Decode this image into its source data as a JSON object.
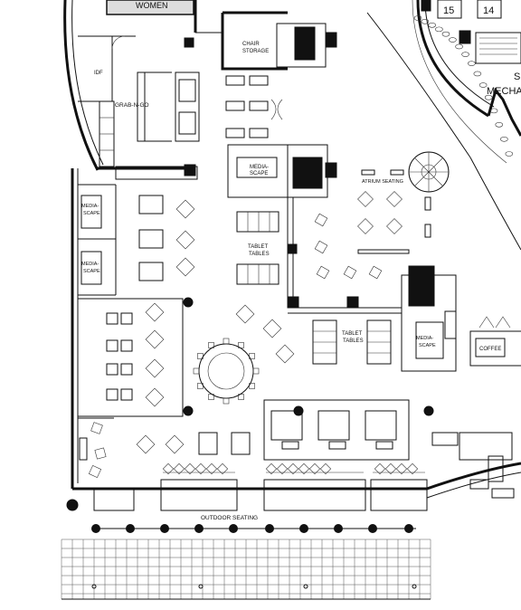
{
  "plan": {
    "title": "",
    "rooms": {
      "women": "WOMEN",
      "chair_storage_line1": "CHAIR",
      "chair_storage_line2": "STORAGE",
      "idf": "IDF",
      "grab_n_go": "GRAB-N-GO",
      "coffee": "COFFEE",
      "atrium_seating": "ATRIUM  SEATING",
      "outdoor_seating": "OUTDOOR SEATING",
      "mechanical_partial": "MECHA",
      "mechanical_s": "S"
    },
    "zones": {
      "media_scape_top_line1": "MEDIA-",
      "media_scape_top_line2": "SCAPE",
      "media_scape_left1_line1": "MEDIA-",
      "media_scape_left1_line2": "SCAPE",
      "media_scape_left2_line1": "MEDIA-",
      "media_scape_left2_line2": "SCAPE",
      "media_scape_right_line1": "MEDIA-",
      "media_scape_right_line2": "SCAPE",
      "tablet_tables_center_line1": "TABLET",
      "tablet_tables_center_line2": "TABLES",
      "tablet_tables_right_line1": "TABLET",
      "tablet_tables_right_line2": "TABLES"
    },
    "seat_numbers": [
      "15",
      "14"
    ]
  }
}
